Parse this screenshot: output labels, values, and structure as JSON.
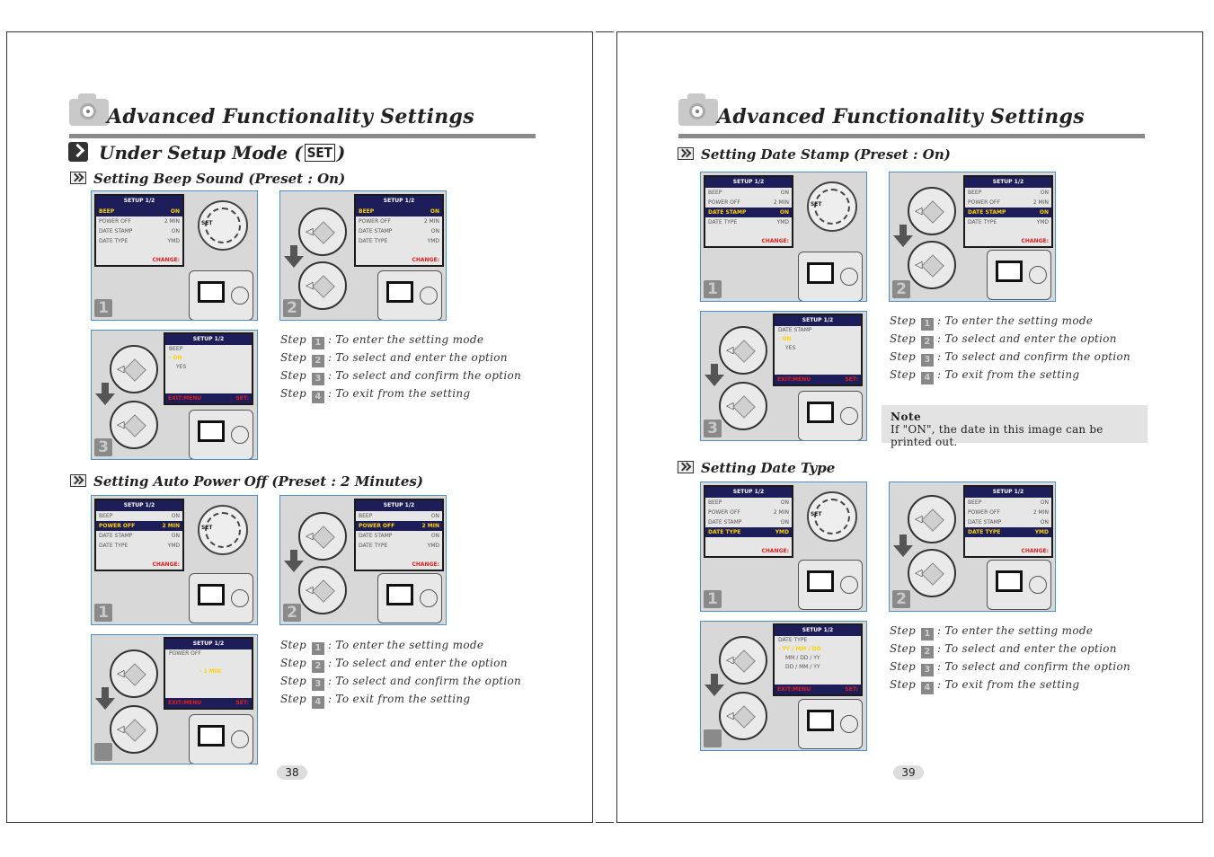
{
  "header": {
    "title": "Advanced Functionality Settings"
  },
  "left": {
    "section_title": "Under Setup Mode (",
    "section_set": "SET",
    "section_close": ")",
    "beep": {
      "heading": "Setting Beep Sound (Preset : On)",
      "panel_nums": [
        "1",
        "2",
        "3"
      ]
    },
    "power": {
      "heading": "Setting Auto Power Off (Preset : 2 Minutes)",
      "panel_nums": [
        "1",
        "2"
      ]
    },
    "page_number": "38"
  },
  "right": {
    "stamp": {
      "heading": "Setting Date Stamp (Preset : On)",
      "panel_nums": [
        "1",
        "2",
        "3"
      ]
    },
    "note": {
      "label": "Note",
      "text": "If \"ON\", the date in this image can be printed out."
    },
    "type": {
      "heading": "Setting Date Type",
      "panel_nums": [
        "1",
        "2"
      ]
    },
    "page_number": "39"
  },
  "steps": {
    "word": "Step",
    "nums": [
      "1",
      "2",
      "3",
      "4"
    ],
    "texts": [
      ": To enter the setting mode",
      ": To select and enter the option",
      ": To select and confirm the option",
      ": To exit from the setting"
    ]
  },
  "lcd": {
    "title": "SETUP  1/2",
    "rows": [
      {
        "label": "BEEP",
        "value": "ON"
      },
      {
        "label": "POWER  OFF",
        "value": "2  MIN"
      },
      {
        "label": "DATE  STAMP",
        "value": "ON"
      },
      {
        "label": "DATE  TYPE",
        "value": "YMD"
      }
    ],
    "change": "CHANGE:",
    "exit": "EXIT:MENU",
    "set": "SET:",
    "beep_menu": {
      "title": "BEEP",
      "opt1": "· ON",
      "opt2": "YES"
    },
    "power_menu": {
      "title": "POWER OFF",
      "opt1": "· 1  MIN"
    },
    "stamp_menu": {
      "title": "DATE STAMP",
      "opt1": "· ON",
      "opt2": "YES"
    },
    "type_menu": {
      "title": "DATE  TYPE",
      "opt1": "· YY / MM / DD",
      "opt2": "MM / DD / YY",
      "opt3": "DD / MM / YY"
    }
  },
  "colors": {
    "lcd_title_bg": "#1d1d5a",
    "highlight": "#ffd400",
    "warning": "#e0201f",
    "panel_border": "#4a8fd0"
  }
}
